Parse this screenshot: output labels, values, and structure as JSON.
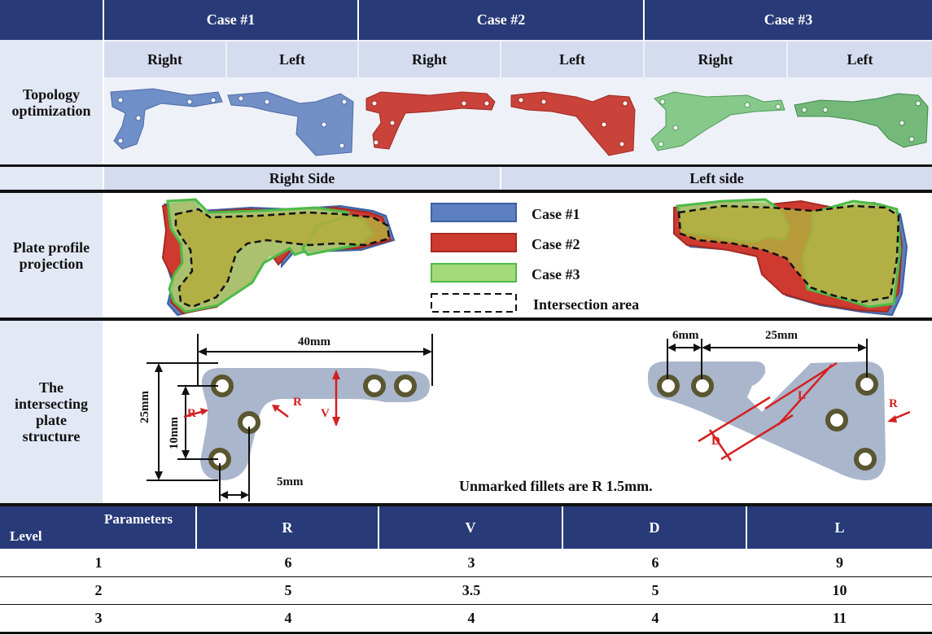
{
  "header": {
    "cases": [
      "Case #1",
      "Case #2",
      "Case #3"
    ],
    "sides": [
      "Right",
      "Left",
      "Right",
      "Left",
      "Right",
      "Left"
    ]
  },
  "rows": {
    "topology": "Topology optimization",
    "profile": "Plate profile projection",
    "structure": "The intersecting plate structure"
  },
  "projection": {
    "right_side": "Right Side",
    "left_side": "Left side",
    "legend": [
      "Case #1",
      "Case #2",
      "Case #3",
      "Intersection area"
    ]
  },
  "structure": {
    "dim_40": "40mm",
    "dim_25_left": "25mm",
    "dim_10": "10mm",
    "dim_5": "5mm",
    "dim_6": "6mm",
    "dim_25_right": "25mm",
    "label_R": "R",
    "label_V": "V",
    "label_D": "D",
    "label_L": "L",
    "note": "Unmarked fillets are R 1.5mm."
  },
  "table": {
    "corner_top": "Parameters",
    "corner_bottom": "Level",
    "columns": [
      "R",
      "V",
      "D",
      "L"
    ],
    "rows": [
      {
        "level": "1",
        "values": [
          "6",
          "3",
          "6",
          "9"
        ]
      },
      {
        "level": "2",
        "values": [
          "5",
          "3.5",
          "5",
          "10"
        ]
      },
      {
        "level": "3",
        "values": [
          "4",
          "4",
          "4",
          "11"
        ]
      }
    ]
  },
  "colors": {
    "header_bg": "#293a78",
    "case1": "#5b7fc0",
    "case2": "#cf3a30",
    "case3": "#a6d97a",
    "plate": "#aab6cc",
    "dimension_red": "#d42020"
  }
}
